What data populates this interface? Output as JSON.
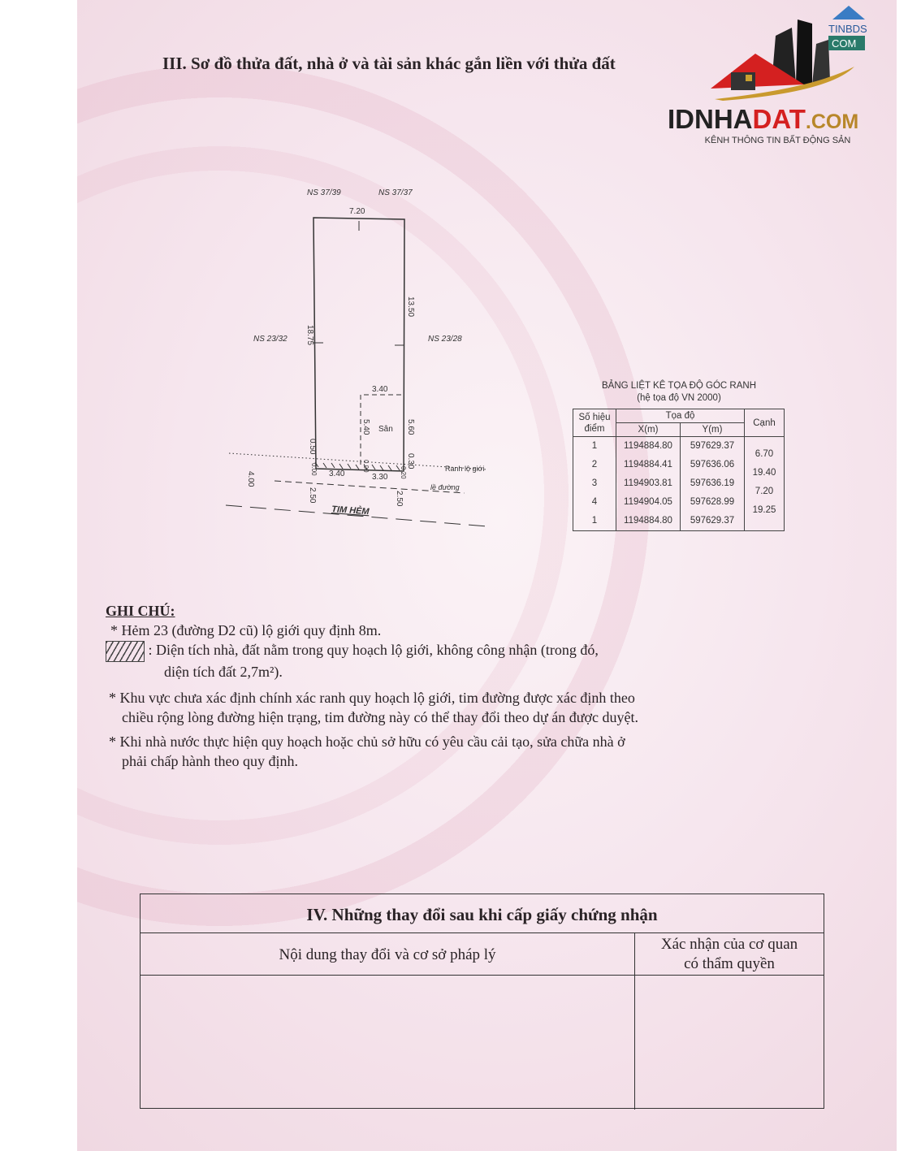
{
  "section3_title": "III. Sơ đồ thửa đất, nhà ở và tài sản khác gắn liền với thửa đất",
  "logo": {
    "brand_dark": "IDNHA",
    "brand_red": "DAT",
    "brand_suffix": ".COM",
    "tagline": "KÊNH THÔNG TIN BẤT ĐỘNG SẢN",
    "badge_top": "TINBDS",
    "badge_bottom": "COM"
  },
  "diagram": {
    "neighbors": {
      "top_left": "NS 37/39",
      "top_right": "NS 37/37",
      "left": "NS 23/32",
      "right": "NS 23/28"
    },
    "dims": {
      "top": "7.20",
      "left": "18.75",
      "right": "13.50",
      "san_width": "3.40",
      "san_height": "5.40",
      "right_lower": "5.60",
      "left_setback": "0.50",
      "right_setback": "0.30",
      "bottom_left": "3.40",
      "bottom_right": "3.30",
      "road_left": "2.50",
      "road_right": "2.50",
      "road_offset": "4.00",
      "zero_a": "0.00",
      "zero_b": "0.00",
      "zero_c": "0.20"
    },
    "labels": {
      "san": "Sân",
      "ranh": "Ranh lộ giới",
      "le": "lề đường",
      "tim": "TIM HẺM"
    }
  },
  "coord_table": {
    "title": "BẢNG LIỆT KÊ TỌA ĐỘ GÓC RANH",
    "subtitle": "(hệ tọa độ VN 2000)",
    "headers": {
      "point": "Số hiệu điểm",
      "coord": "Tọa độ",
      "x": "X(m)",
      "y": "Y(m)",
      "edge": "Cạnh"
    },
    "rows": [
      {
        "p": "1",
        "x": "1194884.80",
        "y": "597629.37"
      },
      {
        "p": "2",
        "x": "1194884.41",
        "y": "597636.06"
      },
      {
        "p": "3",
        "x": "1194903.81",
        "y": "597636.19"
      },
      {
        "p": "4",
        "x": "1194904.05",
        "y": "597628.99"
      },
      {
        "p": "1",
        "x": "1194884.80",
        "y": "597629.37"
      }
    ],
    "edges": [
      "6.70",
      "19.40",
      "7.20",
      "19.25"
    ]
  },
  "notes": {
    "title": "GHI CHÚ:",
    "n1": "* Hẻm 23 (đường D2 cũ) lộ giới quy định 8m.",
    "n2a": ": Diện tích nhà, đất nằm trong quy hoạch lộ giới, không công nhận (trong đó,",
    "n2b": "diện tích đất 2,7m²).",
    "n3a": "* Khu vực chưa xác định chính xác ranh quy hoạch lộ giới, tim  đường được xác định theo",
    "n3b": "chiều rộng lòng đường hiện trạng, tim đường này có thể thay đổi theo dự án được duyệt.",
    "n4a": "* Khi nhà nước thực hiện quy hoạch hoặc chủ sở hữu có yêu cầu cải tạo, sửa chữa nhà ở",
    "n4b": "phải chấp hành theo quy định."
  },
  "section4": {
    "title": "IV. Những thay đổi sau khi cấp giấy chứng nhận",
    "col1": "Nội dung thay đổi và cơ sở pháp lý",
    "col2a": "Xác nhận của cơ quan",
    "col2b": "có thẩm quyền"
  }
}
